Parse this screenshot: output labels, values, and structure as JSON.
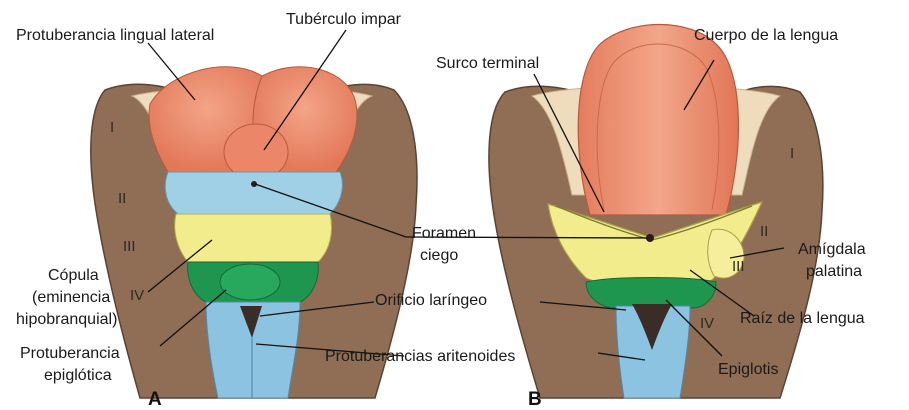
{
  "panels": {
    "a": "A",
    "b": "B"
  },
  "arches": {
    "i": "I",
    "ii": "II",
    "iii": "III",
    "iv": "IV"
  },
  "labels": {
    "protuberancia_lingual_lateral": "Protuberancia lingual lateral",
    "tuberculo_impar": "Tubérculo impar",
    "copula": [
      "Cópula",
      "(eminencia",
      "hipobranquial)"
    ],
    "protuberancia_epiglotica": [
      "Protuberancia",
      "epiglótica"
    ],
    "foramen_ciego": [
      "Foramen",
      "ciego"
    ],
    "orificio_laringeo": "Orificio laríngeo",
    "protuberancias_aritenoides": "Protuberancias aritenoides",
    "surco_terminal": "Surco terminal",
    "cuerpo_de_la_lengua": "Cuerpo de la lengua",
    "amigdala_palatina": [
      "Amígdala",
      "palatina"
    ],
    "raiz_de_la_lengua": "Raíz de la lengua",
    "epiglotis": "Epiglotis"
  },
  "colors": {
    "arch_brown": "#8f6e55",
    "arch_edge": "#5c4232",
    "cream": "#efdcbc",
    "tongue_salmon": "#ec8a6e",
    "arch_blue": "#9fd0e6",
    "arch_yellow": "#f2ec8c",
    "arch_green": "#1e9650",
    "aryt_blue": "#8cc3e0"
  }
}
